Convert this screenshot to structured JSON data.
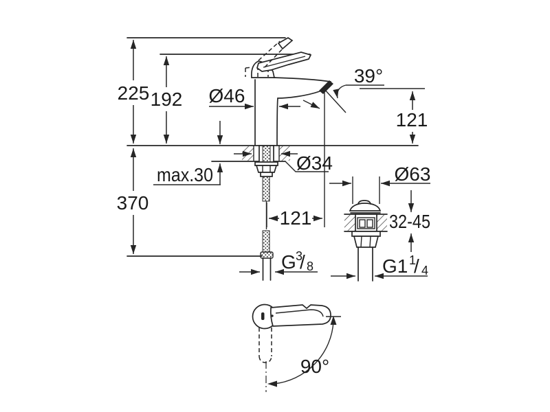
{
  "colors": {
    "line": "#262626",
    "text": "#1a1a1a",
    "background": "#ffffff"
  },
  "dimensions": {
    "overall_height": "225",
    "height_to_lever": "192",
    "length_below_deck": "370",
    "deck_thickness_max": "max.30",
    "body_diameter": "Ø46",
    "mounting_hole_diameter": "Ø34",
    "spout_projection": "121",
    "spout_height": "121",
    "waste_cap_diameter": "Ø63",
    "waste_deck_range": "32-45",
    "spout_angle": "39°",
    "handle_swivel_angle": "90°",
    "supply_thread": {
      "prefix": "G",
      "numerator": "3",
      "slash": "/",
      "denominator": "8"
    },
    "waste_thread": {
      "prefix": "G1",
      "numerator": "1",
      "slash": "/",
      "denominator": "4"
    }
  }
}
